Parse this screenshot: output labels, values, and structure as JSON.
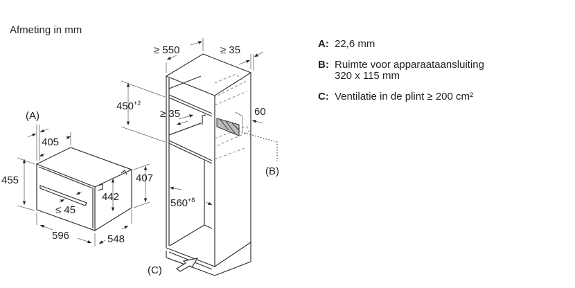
{
  "title": "Afmeting in mm",
  "legend": [
    {
      "key": "A:",
      "text": "22,6 mm"
    },
    {
      "key": "B:",
      "text": "Ruimte voor apparaataansluiting",
      "text2": "320 x 115 mm"
    },
    {
      "key": "C:",
      "text": "Ventilatie in de plint ≥ 200 cm²"
    }
  ],
  "oven": {
    "label_a": "(A)",
    "d405": "405",
    "d455": "455",
    "d442": "442",
    "d407": "407",
    "d45": "≤ 45",
    "d596": "596",
    "d548": "548"
  },
  "cabinet": {
    "d550": "≥ 550",
    "d35top": "≥ 35",
    "d450": "450",
    "d450sup": "+2",
    "d35": "≥ 35",
    "d60": "60",
    "d560": "560",
    "d560sup": "+8",
    "label_b": "(B)",
    "label_c": "(C)"
  }
}
